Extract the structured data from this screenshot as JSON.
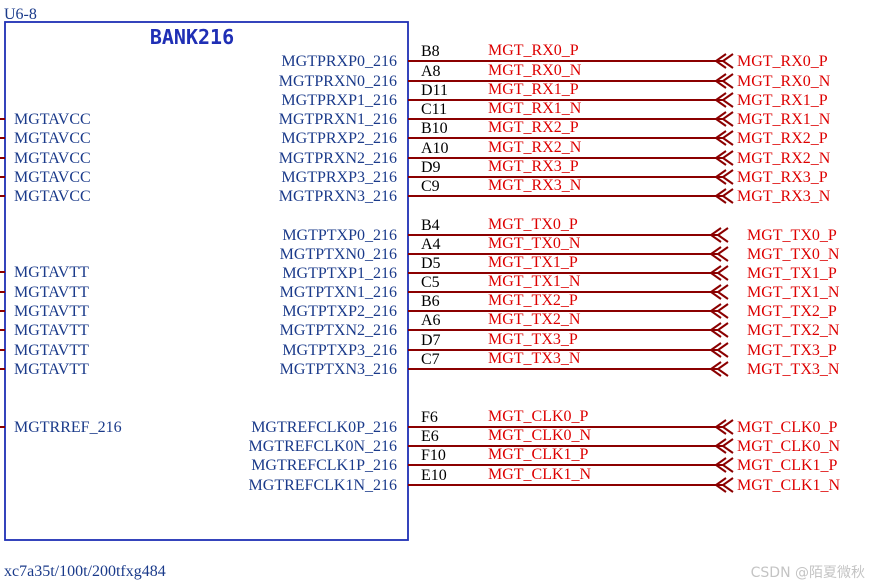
{
  "part": {
    "ref": "U6-8",
    "bank": "BANK216",
    "footer": "xc7a35t/100t/200tfxg484",
    "colors": {
      "body": "#1f2fb5",
      "pin_text": "#1a3a8a",
      "net": "#dd0000",
      "wire": "#8b0000",
      "number": "#000000"
    }
  },
  "left_pins": [
    {
      "label": "MGTAVCC"
    },
    {
      "label": "MGTAVCC"
    },
    {
      "label": "MGTAVCC"
    },
    {
      "label": "MGTAVCC"
    },
    {
      "label": "MGTAVCC"
    },
    {
      "label": "MGTAVTT"
    },
    {
      "label": "MGTAVTT"
    },
    {
      "label": "MGTAVTT"
    },
    {
      "label": "MGTAVTT"
    },
    {
      "label": "MGTAVTT"
    },
    {
      "label": "MGTAVTT"
    },
    {
      "label": "MGTRREF_216"
    }
  ],
  "rx_pins": [
    {
      "name": "MGTPRXP0_216",
      "number": "B8",
      "net": "MGT_RX0_P",
      "port": "MGT_RX0_P"
    },
    {
      "name": "MGTPRXN0_216",
      "number": "A8",
      "net": "MGT_RX0_N",
      "port": "MGT_RX0_N"
    },
    {
      "name": "MGTPRXP1_216",
      "number": "D11",
      "net": "MGT_RX1_P",
      "port": "MGT_RX1_P"
    },
    {
      "name": "MGTPRXN1_216",
      "number": "C11",
      "net": "MGT_RX1_N",
      "port": "MGT_RX1_N"
    },
    {
      "name": "MGTPRXP2_216",
      "number": "B10",
      "net": "MGT_RX2_P",
      "port": "MGT_RX2_P"
    },
    {
      "name": "MGTPRXN2_216",
      "number": "A10",
      "net": "MGT_RX2_N",
      "port": "MGT_RX2_N"
    },
    {
      "name": "MGTPRXP3_216",
      "number": "D9",
      "net": "MGT_RX3_P",
      "port": "MGT_RX3_P"
    },
    {
      "name": "MGTPRXN3_216",
      "number": "C9",
      "net": "MGT_RX3_N",
      "port": "MGT_RX3_N"
    }
  ],
  "tx_pins": [
    {
      "name": "MGTPTXP0_216",
      "number": "B4",
      "net": "MGT_TX0_P",
      "port": "MGT_TX0_P"
    },
    {
      "name": "MGTPTXN0_216",
      "number": "A4",
      "net": "MGT_TX0_N",
      "port": "MGT_TX0_N"
    },
    {
      "name": "MGTPTXP1_216",
      "number": "D5",
      "net": "MGT_TX1_P",
      "port": "MGT_TX1_P"
    },
    {
      "name": "MGTPTXN1_216",
      "number": "C5",
      "net": "MGT_TX1_N",
      "port": "MGT_TX1_N"
    },
    {
      "name": "MGTPTXP2_216",
      "number": "B6",
      "net": "MGT_TX2_P",
      "port": "MGT_TX2_P"
    },
    {
      "name": "MGTPTXN2_216",
      "number": "A6",
      "net": "MGT_TX2_N",
      "port": "MGT_TX2_N"
    },
    {
      "name": "MGTPTXP3_216",
      "number": "D7",
      "net": "MGT_TX3_P",
      "port": "MGT_TX3_P"
    },
    {
      "name": "MGTPTXN3_216",
      "number": "C7",
      "net": "MGT_TX3_N",
      "port": "MGT_TX3_N"
    }
  ],
  "clk_pins": [
    {
      "name": "MGTREFCLK0P_216",
      "number": "F6",
      "net": "MGT_CLK0_P",
      "port": "MGT_CLK0_P"
    },
    {
      "name": "MGTREFCLK0N_216",
      "number": "E6",
      "net": "MGT_CLK0_N",
      "port": "MGT_CLK0_N"
    },
    {
      "name": "MGTREFCLK1P_216",
      "number": "F10",
      "net": "MGT_CLK1_P",
      "port": "MGT_CLK1_P"
    },
    {
      "name": "MGTREFCLK1N_216",
      "number": "E10",
      "net": "MGT_CLK1_N",
      "port": "MGT_CLK1_N"
    }
  ],
  "watermark": "CSDN @陌夏微秋"
}
